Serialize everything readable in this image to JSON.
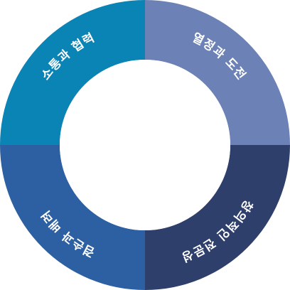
{
  "diagram": {
    "segments": [
      {
        "id": "top-left",
        "label": "소통과 협력",
        "color": "#0a83b5"
      },
      {
        "id": "top-right",
        "label": "열정과 도전",
        "color": "#6c82b6"
      },
      {
        "id": "bottom-right",
        "label": "창의적인 전문성",
        "color": "#2f3f6b"
      },
      {
        "id": "bottom-left",
        "label": "겸손과 배려",
        "color": "#2c60a3"
      }
    ]
  }
}
